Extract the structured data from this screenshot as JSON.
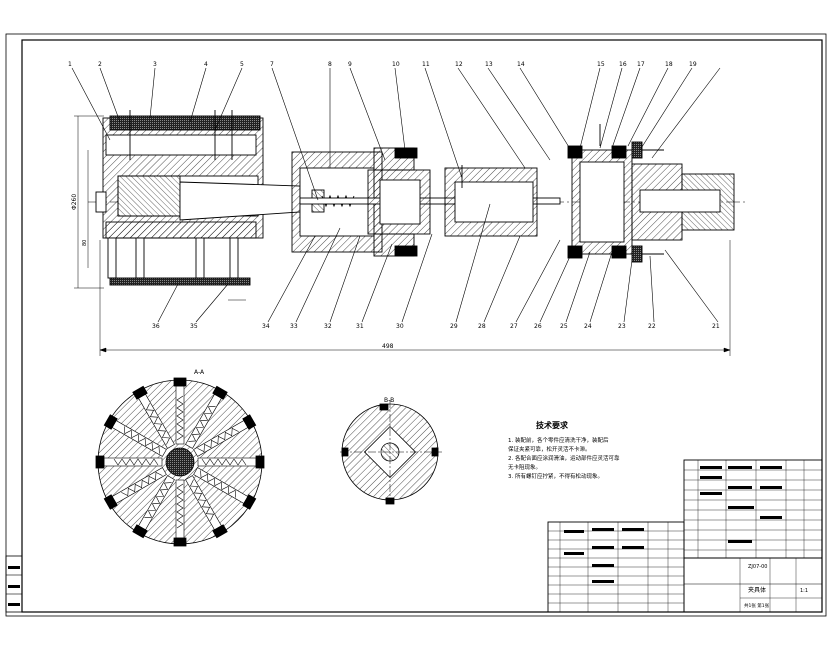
{
  "balloons_top": [
    "1",
    "2",
    "3",
    "4",
    "5",
    "7",
    "8",
    "9",
    "10",
    "11",
    "12",
    "13",
    "14",
    "15",
    "16",
    "17",
    "18",
    "19"
  ],
  "balloons_bottom": [
    "36",
    "35",
    "34",
    "33",
    "32",
    "31",
    "30",
    "29",
    "28",
    "27",
    "26",
    "25",
    "24",
    "23",
    "22",
    "21"
  ],
  "dims": {
    "overall_length": "498",
    "height_left": "Φ260",
    "height_inner": "80",
    "small": ""
  },
  "views": {
    "left_section": "A-A",
    "right_section": "B-B"
  },
  "tech": {
    "title": "技术要求",
    "items": [
      "1. 装配前，各个零件应清洗干净，装配后",
      "   保证夹紧可靠，松开灵活不卡滞。",
      "2. 各配合面应涂润滑油，运动部件应灵活可靠",
      "   无卡阻现象。",
      "3. 所有螺钉应拧紧，不得有松动现象。"
    ]
  },
  "title_block": {
    "drawing_name": "夹具体",
    "drawing_no": "ZJ07-00",
    "scale": "1:1",
    "material": "",
    "sheet": "共1张 第1张"
  },
  "left_stamp": [
    "",
    "",
    ""
  ]
}
